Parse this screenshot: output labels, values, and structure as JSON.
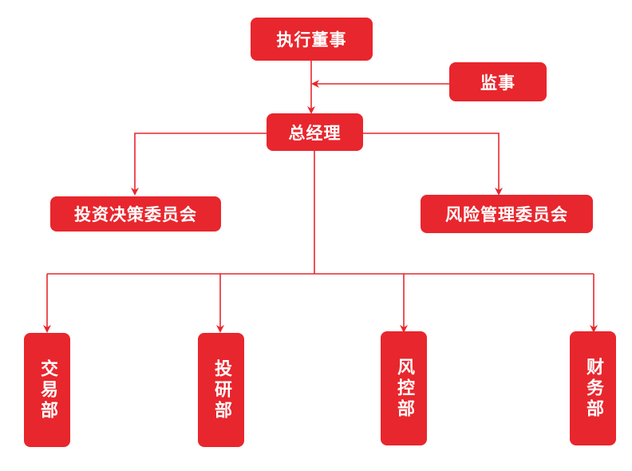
{
  "colors": {
    "accent": "#e8262d",
    "text": "#ffffff",
    "background": "#ffffff"
  },
  "nodes": {
    "board": "执行董事",
    "supervisor": "监事",
    "gm": "总经理",
    "invest_committee": "投资决策委员会",
    "risk_committee": "风险管理委员会",
    "trading": "交易部",
    "research": "投研部",
    "risk": "风控部",
    "finance": "财务部"
  }
}
